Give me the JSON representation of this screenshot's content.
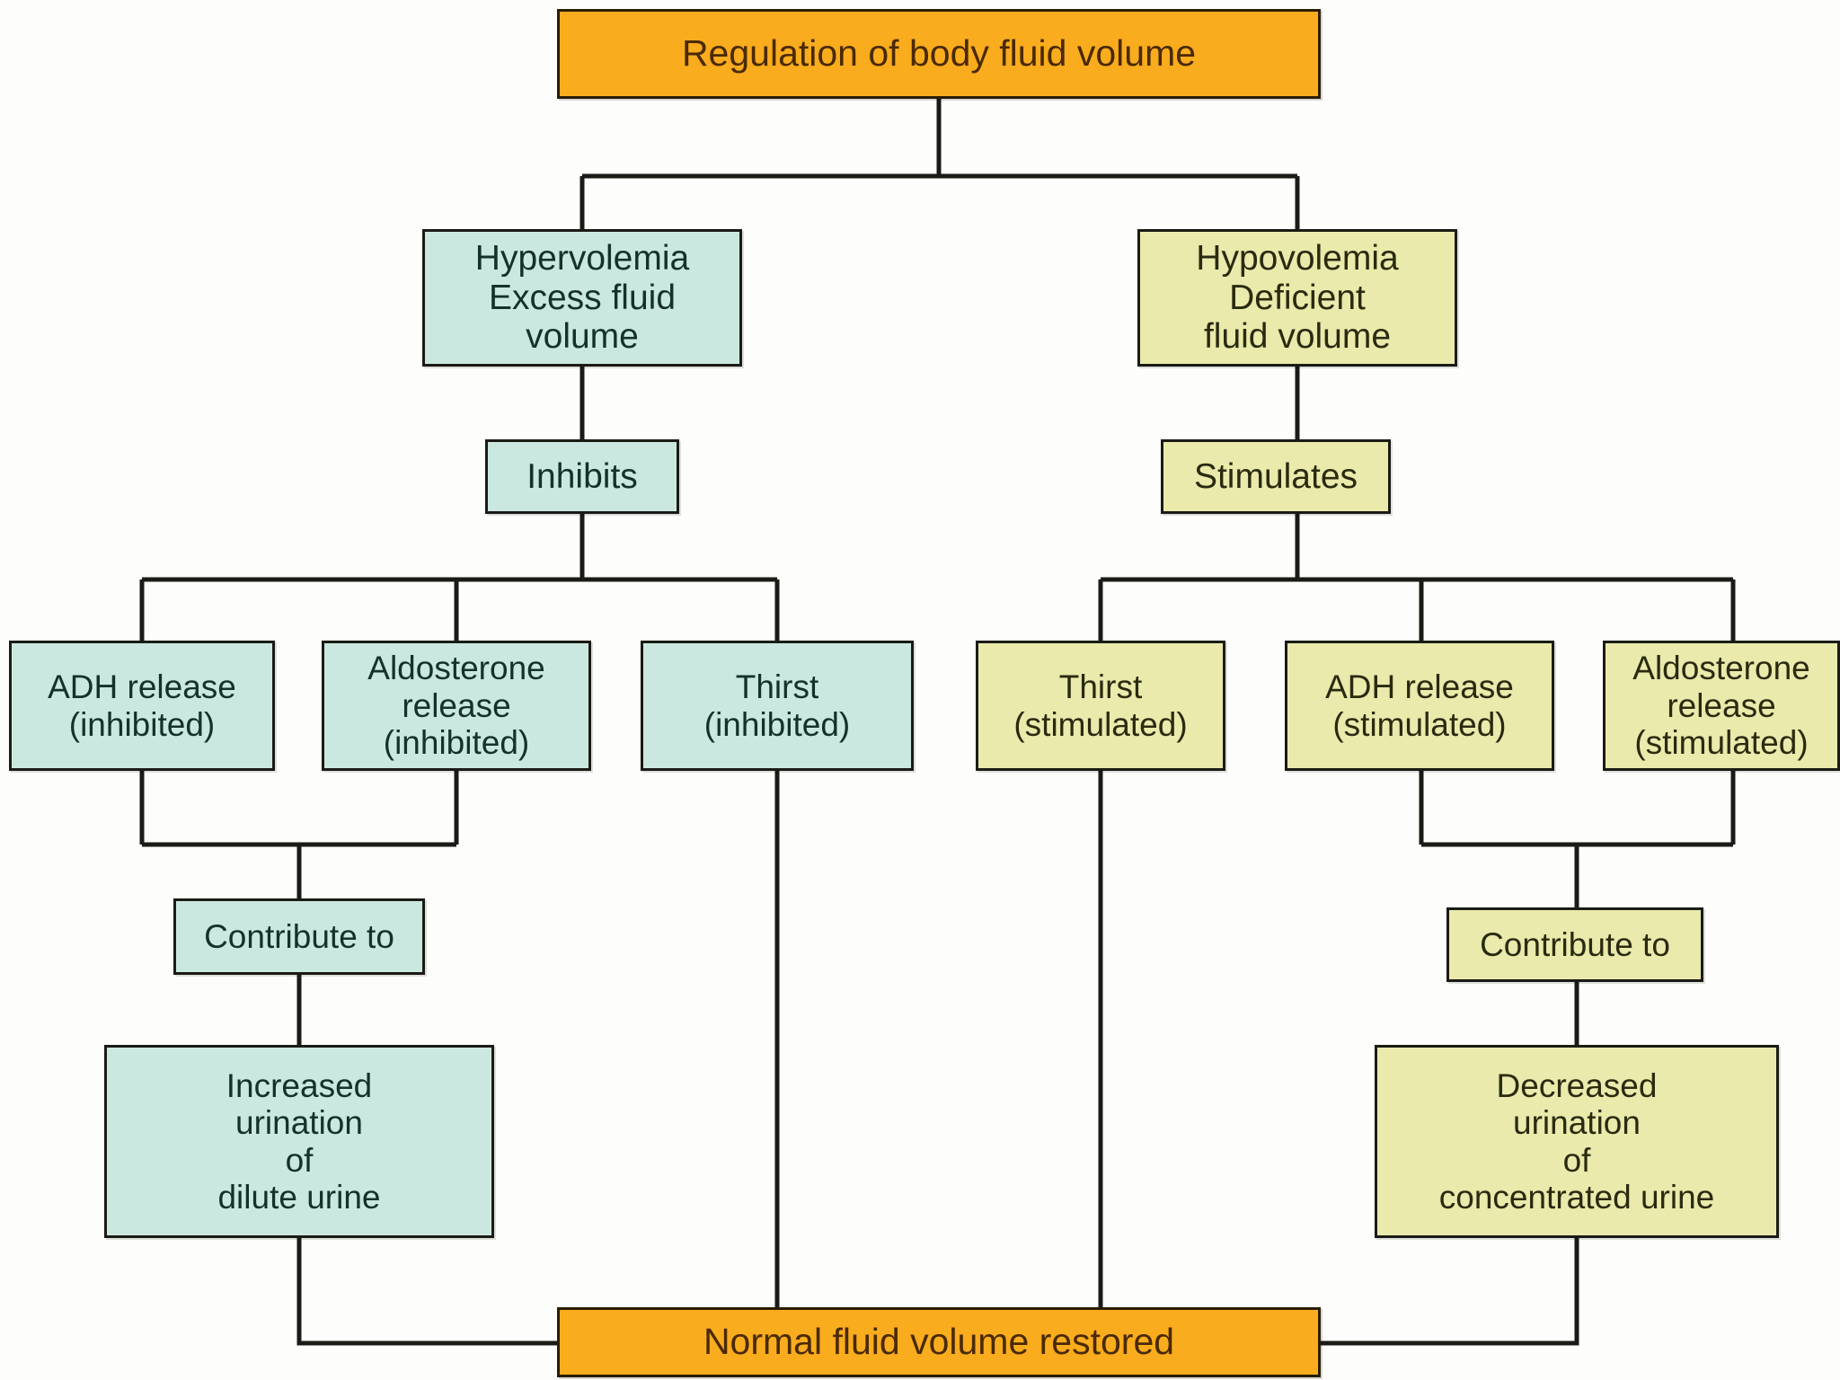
{
  "diagram": {
    "title": "Regulation of body fluid volume",
    "palette": {
      "excess_branch": "#cbe8e0",
      "deficient_branch": "#e9eaab",
      "terminal": "#f9ac1d",
      "stroke": "#1b1b16",
      "background": "#fdfdfb"
    },
    "nodes": {
      "root": "Regulation of body fluid volume",
      "hypervolemia": "Hypervolemia\nExcess fluid\nvolume",
      "hypovolemia": "Hypovolemia\nDeficient\nfluid volume",
      "inhibits": "Inhibits",
      "stimulates": "Stimulates",
      "adh_inhibited": "ADH release\n(inhibited)",
      "aldosterone_inhibited": "Aldosterone\nrelease\n(inhibited)",
      "thirst_inhibited": "Thirst\n(inhibited)",
      "thirst_stimulated": "Thirst\n(stimulated)",
      "adh_stimulated": "ADH release\n(stimulated)",
      "aldosterone_stimulated": "Aldosterone\nrelease\n(stimulated)",
      "contribute_left": "Contribute to",
      "contribute_right": "Contribute to",
      "increased_urination": "Increased\nurination\nof\ndilute urine",
      "decreased_urination": "Decreased\nurination\nof\nconcentrated urine",
      "restored": "Normal fluid volume restored"
    },
    "edges": [
      {
        "from": "root",
        "to": "hypervolemia",
        "label": ""
      },
      {
        "from": "root",
        "to": "hypovolemia",
        "label": ""
      },
      {
        "from": "hypervolemia",
        "to": "inhibits",
        "label": ""
      },
      {
        "from": "hypovolemia",
        "to": "stimulates",
        "label": ""
      },
      {
        "from": "inhibits",
        "to": "adh_inhibited",
        "label": ""
      },
      {
        "from": "inhibits",
        "to": "aldosterone_inhibited",
        "label": ""
      },
      {
        "from": "inhibits",
        "to": "thirst_inhibited",
        "label": ""
      },
      {
        "from": "stimulates",
        "to": "thirst_stimulated",
        "label": ""
      },
      {
        "from": "stimulates",
        "to": "adh_stimulated",
        "label": ""
      },
      {
        "from": "stimulates",
        "to": "aldosterone_stimulated",
        "label": ""
      },
      {
        "from": "adh_inhibited",
        "to": "contribute_left",
        "label": ""
      },
      {
        "from": "aldosterone_inhibited",
        "to": "contribute_left",
        "label": ""
      },
      {
        "from": "adh_stimulated",
        "to": "contribute_right",
        "label": ""
      },
      {
        "from": "aldosterone_stimulated",
        "to": "contribute_right",
        "label": ""
      },
      {
        "from": "contribute_left",
        "to": "increased_urination",
        "label": ""
      },
      {
        "from": "contribute_right",
        "to": "decreased_urination",
        "label": ""
      },
      {
        "from": "increased_urination",
        "to": "restored",
        "label": ""
      },
      {
        "from": "decreased_urination",
        "to": "restored",
        "label": ""
      },
      {
        "from": "thirst_inhibited",
        "to": "restored",
        "label": ""
      },
      {
        "from": "thirst_stimulated",
        "to": "restored",
        "label": ""
      }
    ]
  }
}
